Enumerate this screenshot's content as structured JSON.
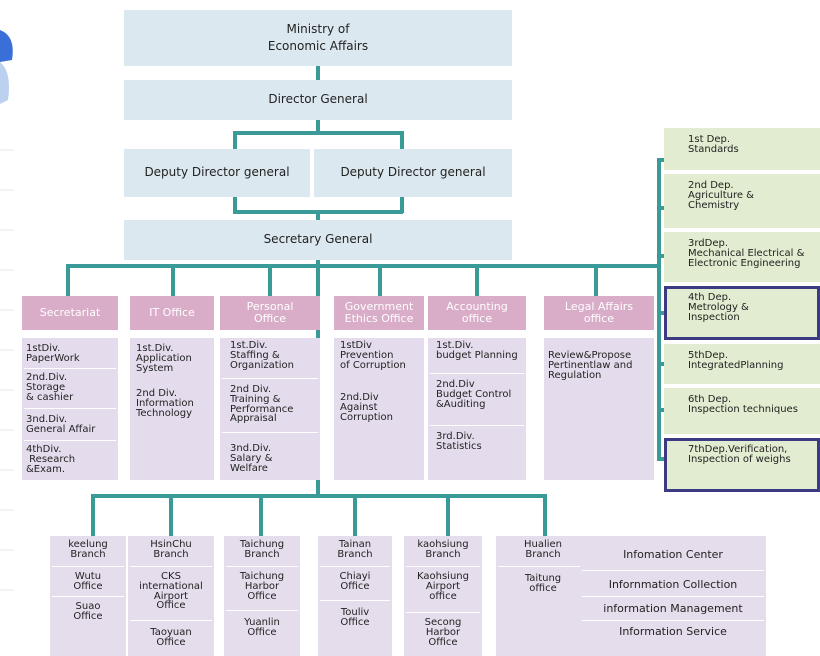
{
  "top": {
    "ministry": "Ministry of\nEconomic Affairs",
    "director_general": "Director General",
    "deputy_1": "Deputy Director general",
    "deputy_2": "Deputy Director general",
    "secretary_general": "Secretary General"
  },
  "offices": [
    {
      "title": "Secretariat",
      "divisions": [
        "1stDiv.\nPaperWork",
        "2nd.Div.\nStorage\n& cashier",
        "3nd.Div.\nGeneral Affair",
        "4thDiv.\n Research\n&Exam."
      ]
    },
    {
      "title": "IT Office",
      "divisions": [
        "1st.Div.\nApplication\nSystem",
        "2nd Div.\nInformation\nTechnology"
      ]
    },
    {
      "title": "Personal\nOffice",
      "divisions": [
        "1st.Div.\nStaffing &\nOrganization",
        "2nd Div.\nTraining &\nPerformance\nAppraisal",
        "3nd.Div.\nSalary &\nWelfare"
      ]
    },
    {
      "title": "Government\nEthics Office",
      "divisions": [
        "1stDiv\nPrevention\nof Corruption",
        "2nd.Div\nAgainst\nCorruption"
      ]
    },
    {
      "title": "Accounting\noffice",
      "divisions": [
        "1st.Div.\nbudget Planning",
        "2nd.Div\nBudget Control\n&Auditing",
        "3rd.Div.\nStatistics"
      ]
    },
    {
      "title": "Legal Affairs\noffice",
      "divisions": [
        "Review&Propose\nPertinentlaw and\nRegulation"
      ]
    }
  ],
  "departments": [
    "1st Dep.\nStandards",
    "2nd Dep.\nAgriculture &\nChemistry",
    "3rdDep.\nMechanical Electrical &\nElectronic Engineering",
    "4th Dep.\nMetrology &\nInspection",
    "5thDep.\nIntegratedPlanning",
    "6th Dep.\nInspection techniques",
    "7thDep.Verification,\nInspection of weighs"
  ],
  "branches": [
    {
      "name": "keelung\nBranch",
      "offices": [
        "Wutu\nOffice",
        "Suao\nOffice"
      ]
    },
    {
      "name": "HsinChu\nBranch",
      "offices": [
        "CKS\ninternational\nAirport\nOffice",
        "Taoyuan\nOffice"
      ]
    },
    {
      "name": "Taichung\nBranch",
      "offices": [
        "Taichung\nHarbor\nOffice",
        "Yuanlin\nOffice"
      ]
    },
    {
      "name": "Tainan\nBranch",
      "offices": [
        "Chiayi\nOffice",
        "Touliv\nOffice"
      ]
    },
    {
      "name": "kaohsiung\nBranch",
      "offices": [
        "Kaohsiung\nAirport\noffice",
        "Secong\nHarbor\nOffice"
      ]
    },
    {
      "name": "Hualien\nBranch",
      "offices": [
        "Taitung\noffice"
      ]
    }
  ],
  "info_center": {
    "title": "Infomation Center",
    "items": [
      "Infornmation Collection",
      "information Management",
      "Information Service"
    ]
  },
  "colors": {
    "connector": "#3a9a98",
    "outline": "#3b3a82",
    "pink": "#d9acc8",
    "blue": "#dce8ef",
    "lavender": "#e4dcec",
    "green": "#e2ecd0"
  }
}
